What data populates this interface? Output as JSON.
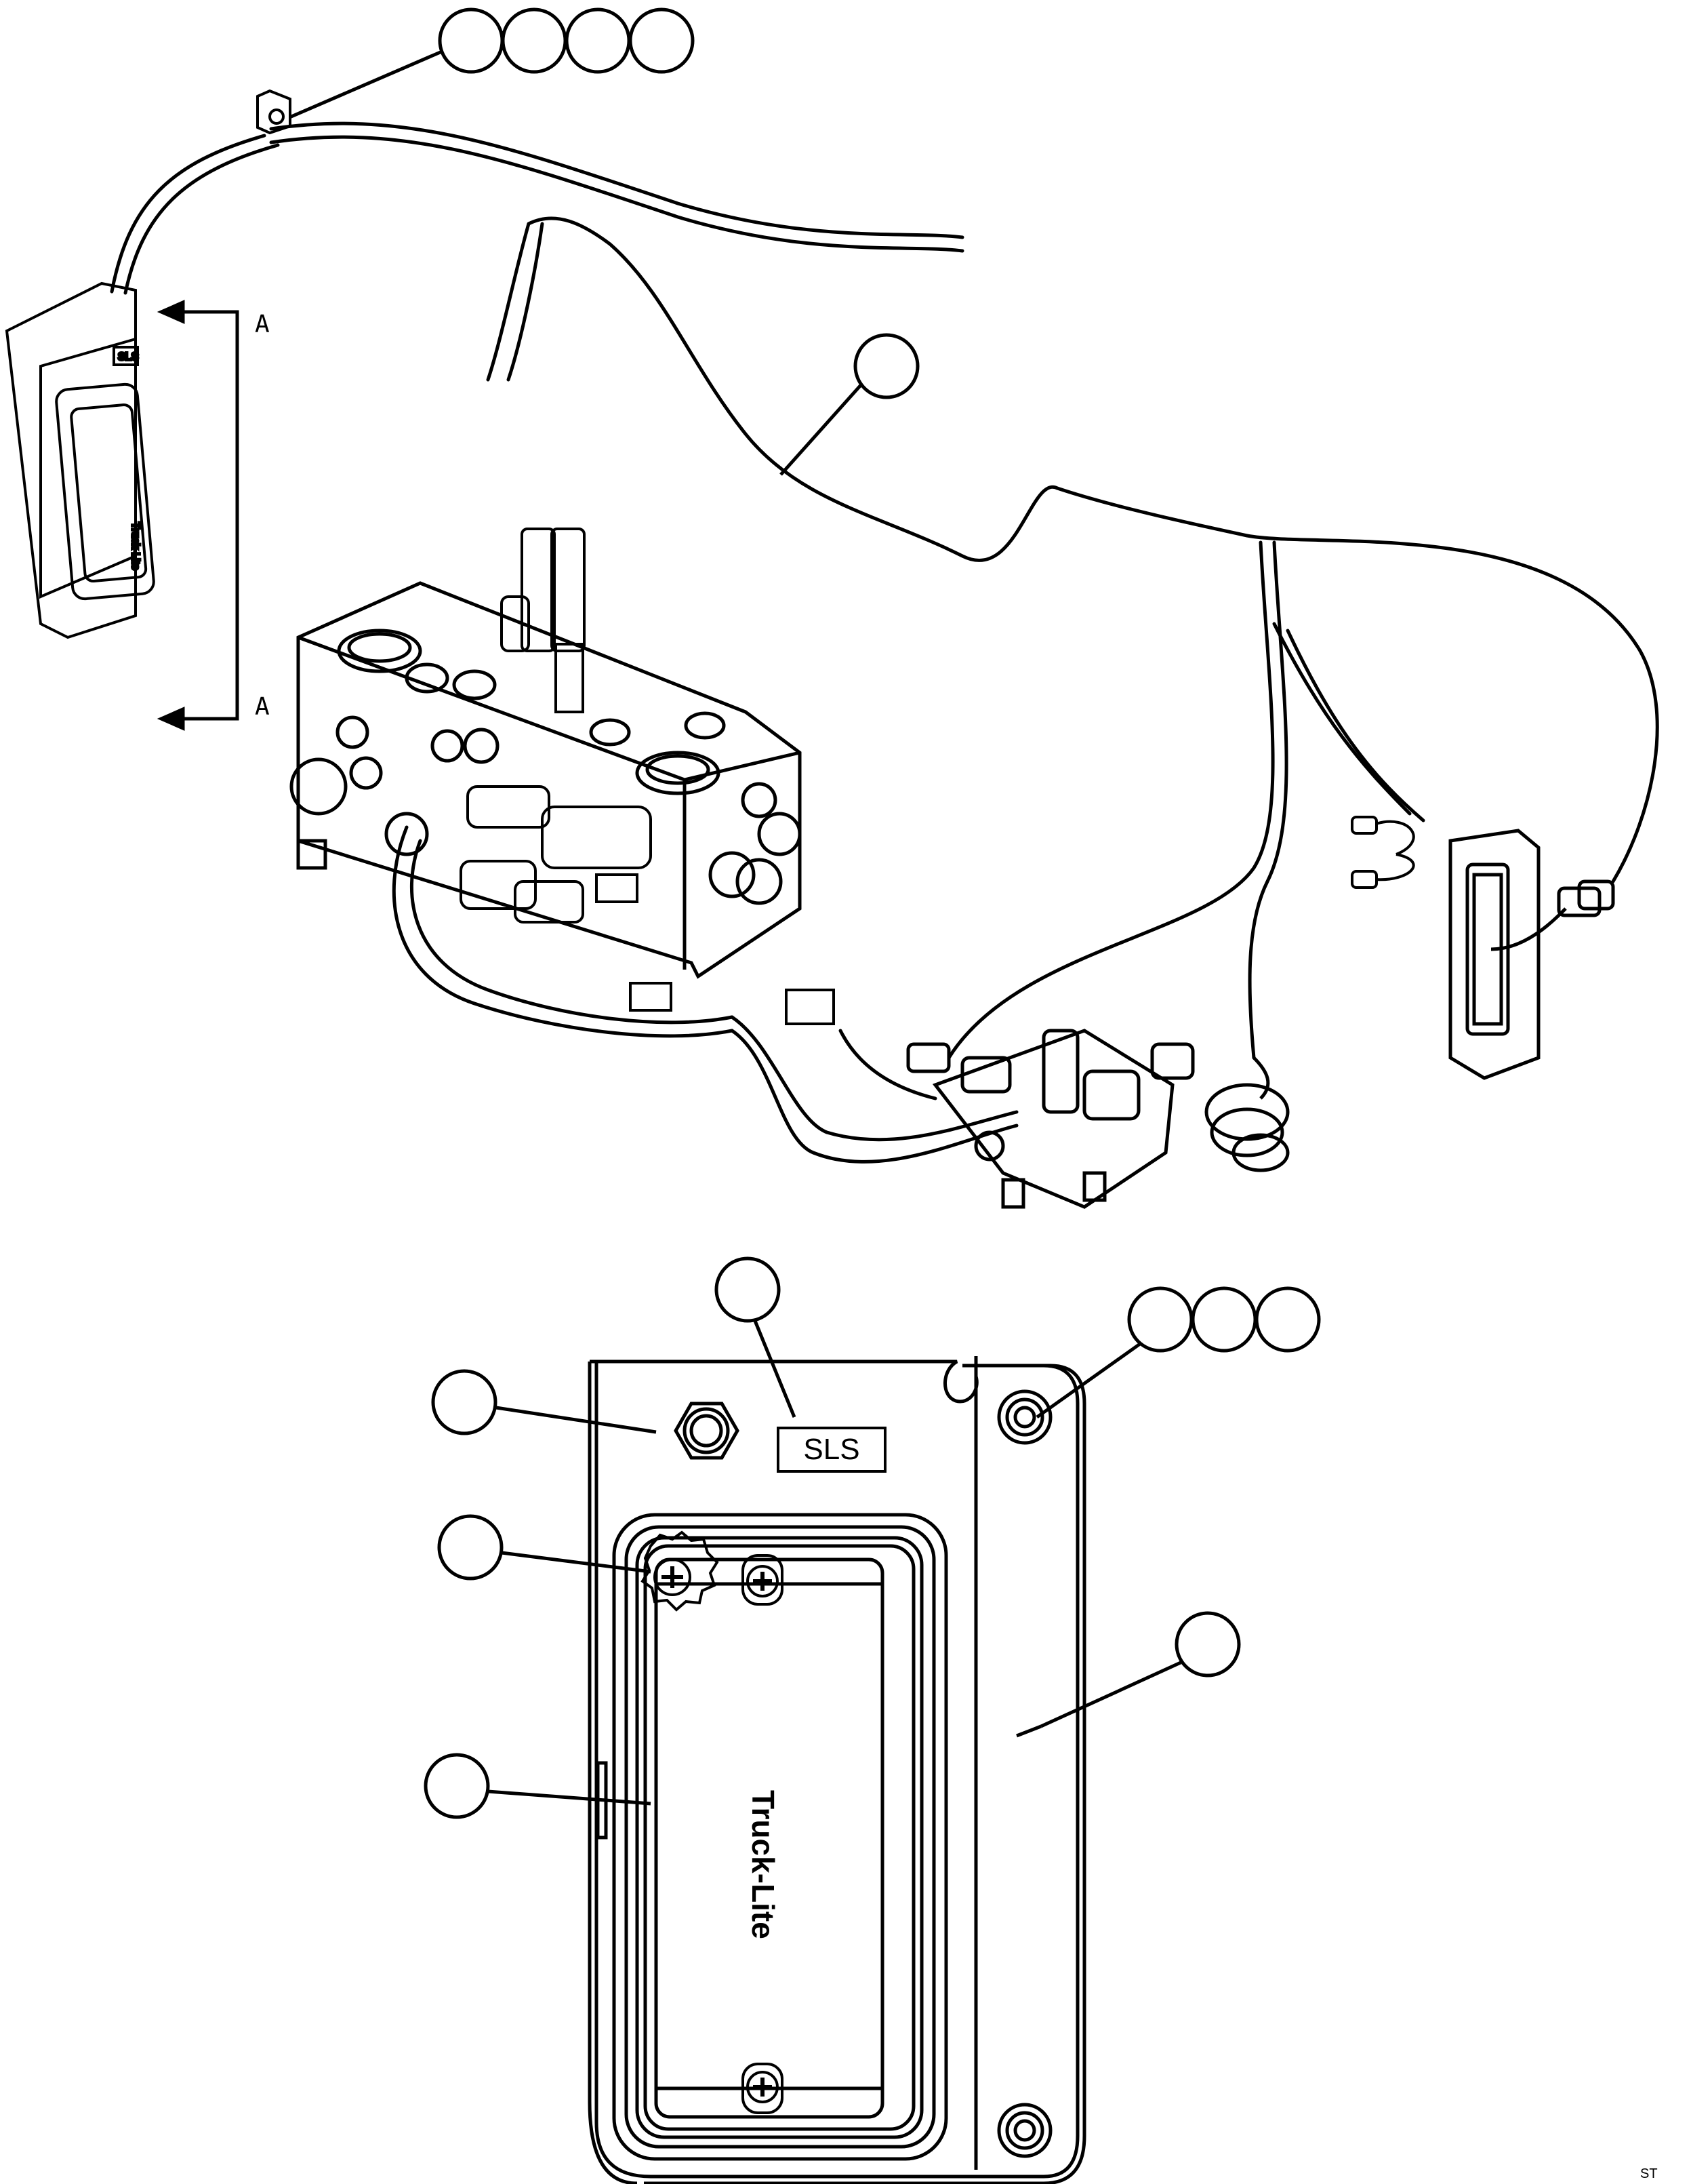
{
  "section_letter_top": "A",
  "section_letter_bottom": "A",
  "plate_label": "SLS",
  "detail_plate_label": "SLS",
  "light_brand": "Truck-Lite",
  "light_brand_small": "Truck-Lite",
  "corner_mark": "ST",
  "icons": {
    "section_arrow": "arrow-left-icon",
    "callout": "callout-balloon-icon"
  },
  "colors": {
    "ink": "#000000",
    "paper": "#ffffff"
  }
}
